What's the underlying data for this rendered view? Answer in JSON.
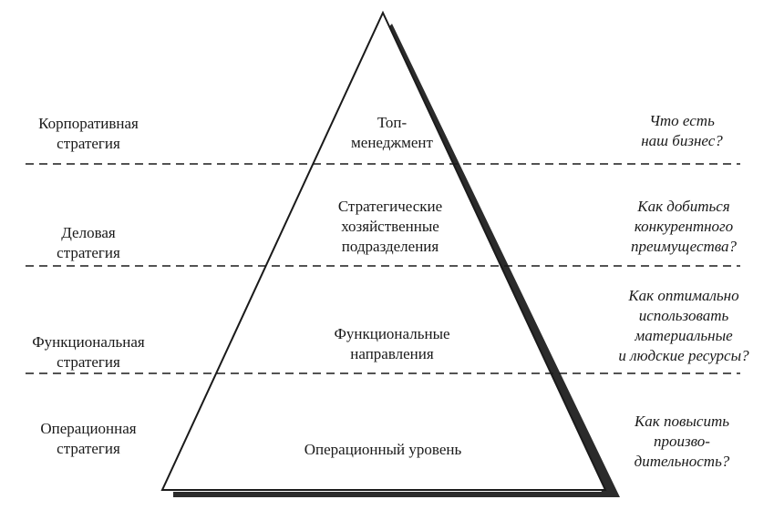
{
  "colors": {
    "ink": "#1a1a1a",
    "shadow": "#2b2b2b",
    "background": "#ffffff"
  },
  "levels": [
    {
      "strategy_lines": [
        "Корпоративная",
        "стратегия"
      ],
      "unit_lines": [
        "Топ-",
        "менеджмент"
      ],
      "question_lines": [
        "Что есть",
        "наш бизнес?"
      ]
    },
    {
      "strategy_lines": [
        "Деловая",
        "стратегия"
      ],
      "unit_lines": [
        "Стратегические",
        "хозяйственные",
        "подразделения"
      ],
      "question_lines": [
        "Как добиться",
        "конкурентного",
        "преимущества?"
      ]
    },
    {
      "strategy_lines": [
        "Функциональная",
        "стратегия"
      ],
      "unit_lines": [
        "Функциональные",
        "направления"
      ],
      "question_lines": [
        "Как оптимально",
        "использовать",
        "материальные",
        "и  людские ресурсы?"
      ]
    },
    {
      "strategy_lines": [
        "Операционная",
        "стратегия"
      ],
      "unit_lines": [
        "Операционный уровень"
      ],
      "question_lines": [
        "Как повысить",
        "произво-",
        "дительность?"
      ]
    }
  ]
}
